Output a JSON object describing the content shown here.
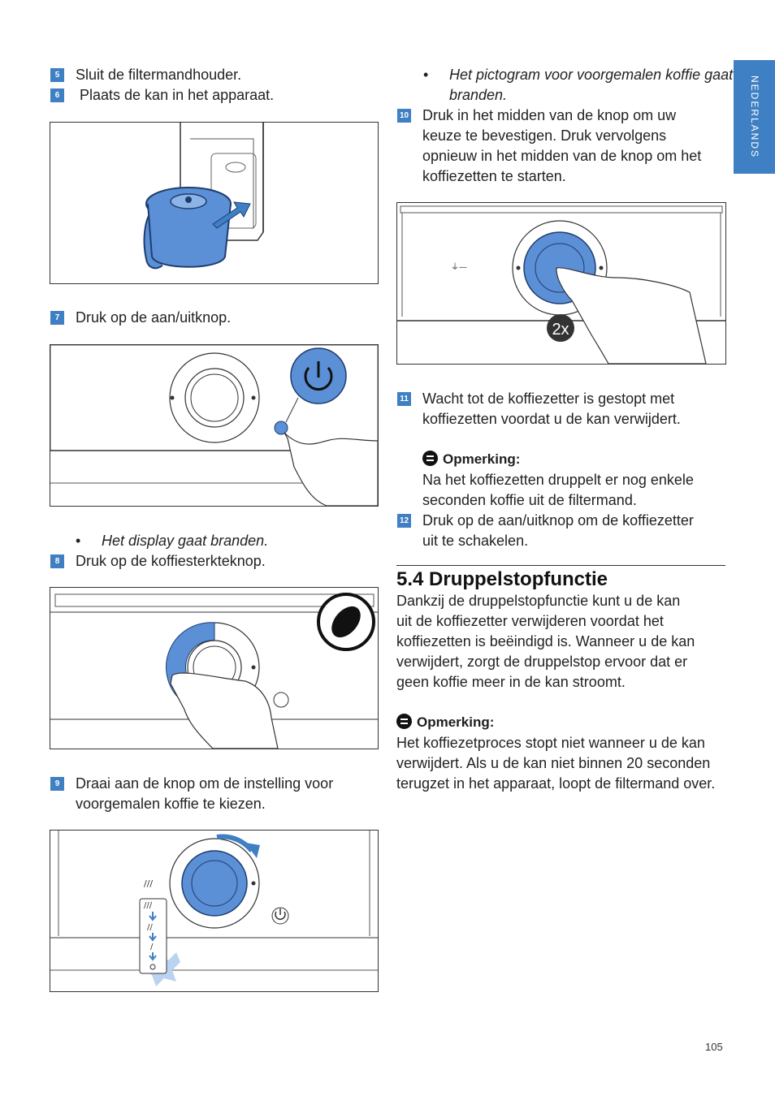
{
  "sidebar": {
    "language": "NEDERLANDS"
  },
  "steps": {
    "s5": {
      "num": "5",
      "text": "Sluit de filtermandhouder."
    },
    "s6": {
      "num": "6",
      "text": " Plaats de kan in het apparaat."
    },
    "s7": {
      "num": "7",
      "text": "Druk op de aan/uitknop."
    },
    "b1": "Het display gaat branden.",
    "s8": {
      "num": "8",
      "text": "Druk op de koffiesterkteknop."
    },
    "s9": {
      "num": "9",
      "line1": "Draai aan de knop om de instelling voor",
      "line2": "voorgemalen koffie te kiezen."
    },
    "b2": {
      "line1": "Het pictogram voor voorgemalen koffie gaat",
      "line2": "branden."
    },
    "s10": {
      "num": "10",
      "line1": "Druk in het midden van de knop om uw",
      "line2": "keuze te bevestigen. Druk vervolgens",
      "line3": "opnieuw in het midden van de knop om het",
      "line4": "koffiezetten te starten."
    },
    "s11": {
      "num": "11",
      "line1": "Wacht tot de koffiezetter is gestopt met",
      "line2": "koffiezetten voordat u de kan verwijdert."
    },
    "s12": {
      "num": "12",
      "line1": "Druk op de aan/uitknop om de koffiezetter",
      "line2": "uit te schakelen."
    }
  },
  "note1": {
    "label": "Opmerking:",
    "line1": "Na het koffiezetten druppelt er nog enkele",
    "line2": "seconden koffie uit de filtermand."
  },
  "section": {
    "title": "5.4 Druppelstopfunctie",
    "line1": "Dankzij de druppelstopfunctie kunt u de kan",
    "line2": "uit de koffiezetter verwijderen voordat het",
    "line3": "koffiezetten is beëindigd is. Wanneer u de kan",
    "line4": "verwijdert, zorgt de druppelstop ervoor dat er",
    "line5": "geen koffie meer in de kan stroomt."
  },
  "note2": {
    "label": "Opmerking:",
    "line1": "Het koffiezetproces stopt niet wanneer u de kan",
    "line2": "verwijdert. Als u de kan niet binnen 20 seconden",
    "line3": "terugzet in het apparaat, loopt de filtermand over."
  },
  "figures": {
    "press_label": "2x"
  },
  "colors": {
    "accent": "#3f7fc3",
    "knob_blue": "#5b8fd6",
    "light_blue": "#b9d3f0"
  },
  "footer": {
    "page": "105"
  }
}
